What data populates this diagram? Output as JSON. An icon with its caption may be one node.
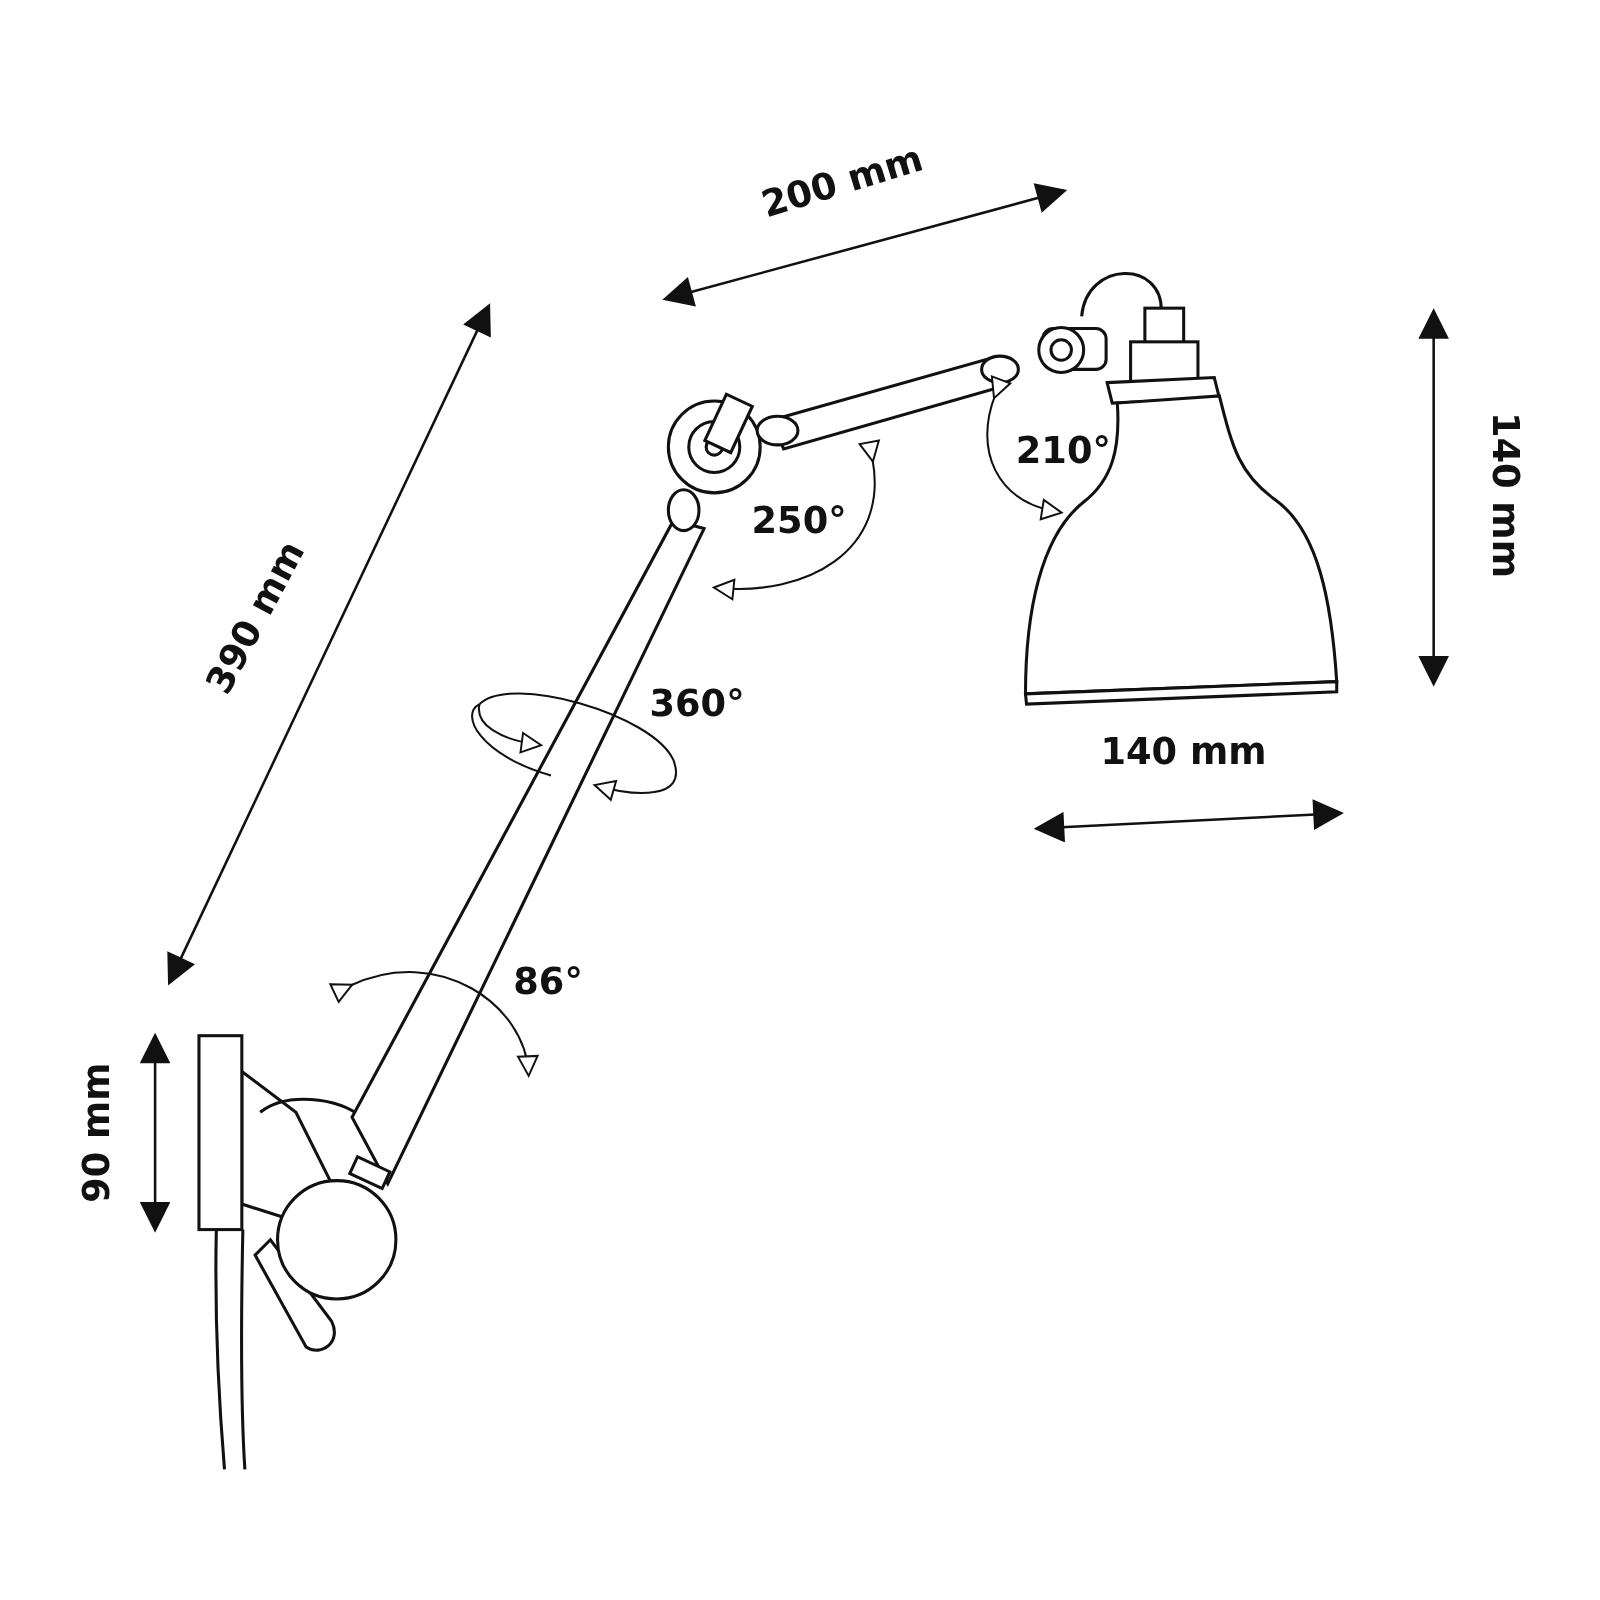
{
  "diagram": {
    "labels": [
      "200 mm",
      "390 mm",
      "140 mm",
      "210°",
      "250°",
      "360°",
      "140 mm",
      "86°",
      "90 mm"
    ]
  }
}
